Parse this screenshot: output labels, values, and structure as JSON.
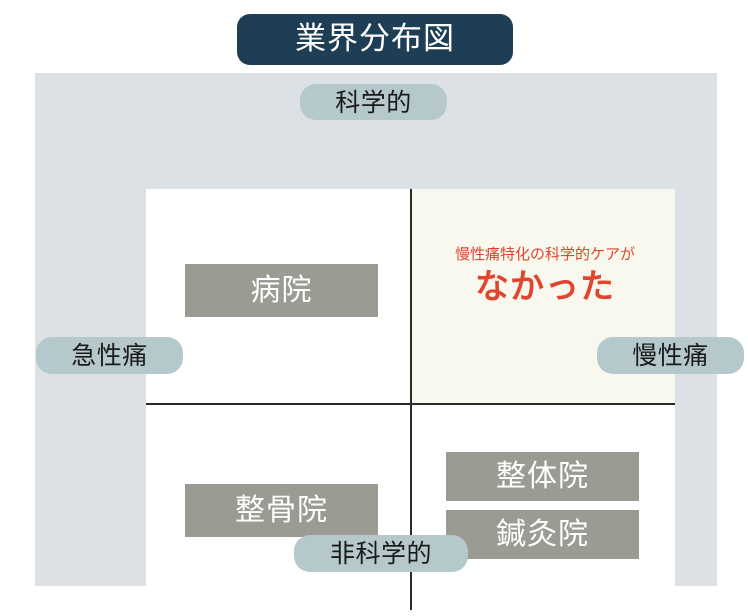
{
  "title": {
    "text": "業界分布図",
    "background_color": "#1e3e56",
    "text_color": "#ffffff"
  },
  "panel": {
    "background_color": "#dce1e5",
    "plot_background_color": "#ffffff",
    "highlight_quadrant_color": "#f9f8ee",
    "axis_color": "#2b2b2b"
  },
  "axes": {
    "top_label": "科学的",
    "bottom_label": "非科学的",
    "left_label": "急性痛",
    "right_label": "慢性痛",
    "pill_color": "#b5c8cb",
    "x_axis_meaning": "急性痛 ↔ 慢性痛",
    "y_axis_meaning": "非科学的 ↔ 科学的"
  },
  "categories": [
    {
      "label": "病院",
      "quadrant": "upper-left",
      "box_color": "#9b9b94",
      "text_color": "#ffffff"
    },
    {
      "label": "整骨院",
      "quadrant": "lower-left",
      "box_color": "#9b9b94",
      "text_color": "#ffffff"
    },
    {
      "label": "整体院",
      "quadrant": "lower-right",
      "box_color": "#9b9b94",
      "text_color": "#ffffff"
    },
    {
      "label": "鍼灸院",
      "quadrant": "lower-right",
      "box_color": "#9b9b94",
      "text_color": "#ffffff"
    }
  ],
  "callout": {
    "line1": "慢性痛特化の科学的ケアが",
    "line2": "なかった",
    "color": "#e0452e",
    "quadrant": "upper-right"
  },
  "chart_data": {
    "type": "scatter",
    "title": "業界分布図",
    "xlabel": "急性痛 ↔ 慢性痛",
    "ylabel": "非科学的 ↔ 科学的",
    "x_axis_left": "急性痛",
    "x_axis_right": "慢性痛",
    "y_axis_top": "科学的",
    "y_axis_bottom": "非科学的",
    "grid": false,
    "legend": "none",
    "xlim": [
      0,
      100
    ],
    "ylim": [
      0,
      100
    ],
    "points": [
      {
        "label": "病院",
        "x": 23,
        "y": 75,
        "quadrant": "upper-left"
      },
      {
        "label": "整骨院",
        "x": 23,
        "y": 23,
        "quadrant": "lower-left"
      },
      {
        "label": "整体院",
        "x": 73,
        "y": 35,
        "quadrant": "lower-right"
      },
      {
        "label": "鍼灸院",
        "x": 73,
        "y": 22,
        "quadrant": "lower-right"
      }
    ],
    "annotations": [
      {
        "text": "慢性痛特化の科学的ケアがなかった",
        "quadrant": "upper-right",
        "x": 75,
        "y": 70,
        "color": "#e0452e",
        "highlighted": true
      }
    ]
  }
}
